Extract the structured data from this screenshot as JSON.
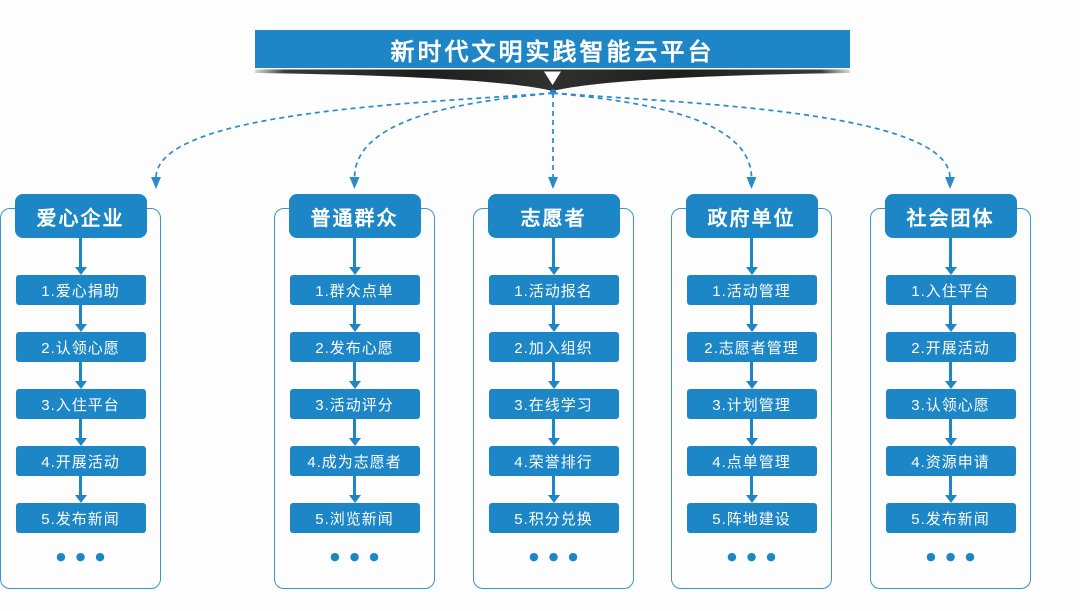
{
  "title": "新时代文明实践智能云平台",
  "ellipsis": "●●●",
  "colors": {
    "primary_blue": "#1d86c6",
    "frame_border": "#3d93cc",
    "connector_blue": "#2a8bca",
    "ribbon_dark": "#262626",
    "text_on_blue": "#ffffff",
    "background": "#fdfdfd"
  },
  "columns": [
    {
      "title": "普通群众",
      "steps": [
        "1.群众点单",
        "2.发布心愿",
        "3.活动评分",
        "4.成为志愿者",
        "5.浏览新闻"
      ]
    },
    {
      "title": "志愿者",
      "steps": [
        "1.活动报名",
        "2.加入组织",
        "3.在线学习",
        "4.荣誉排行",
        "5.积分兑换"
      ]
    },
    {
      "title": "政府单位",
      "steps": [
        "1.活动管理",
        "2.志愿者管理",
        "3.计划管理",
        "4.点单管理",
        "5.阵地建设"
      ]
    },
    {
      "title": "社会团体",
      "steps": [
        "1.入住平台",
        "2.开展活动",
        "3.认领心愿",
        "4.资源申请",
        "5.发布新闻"
      ]
    },
    {
      "title": "爱心企业",
      "steps": [
        "1.爱心捐助",
        "2.认领心愿",
        "3.入住平台",
        "4.开展活动",
        "5.发布新闻"
      ]
    }
  ]
}
